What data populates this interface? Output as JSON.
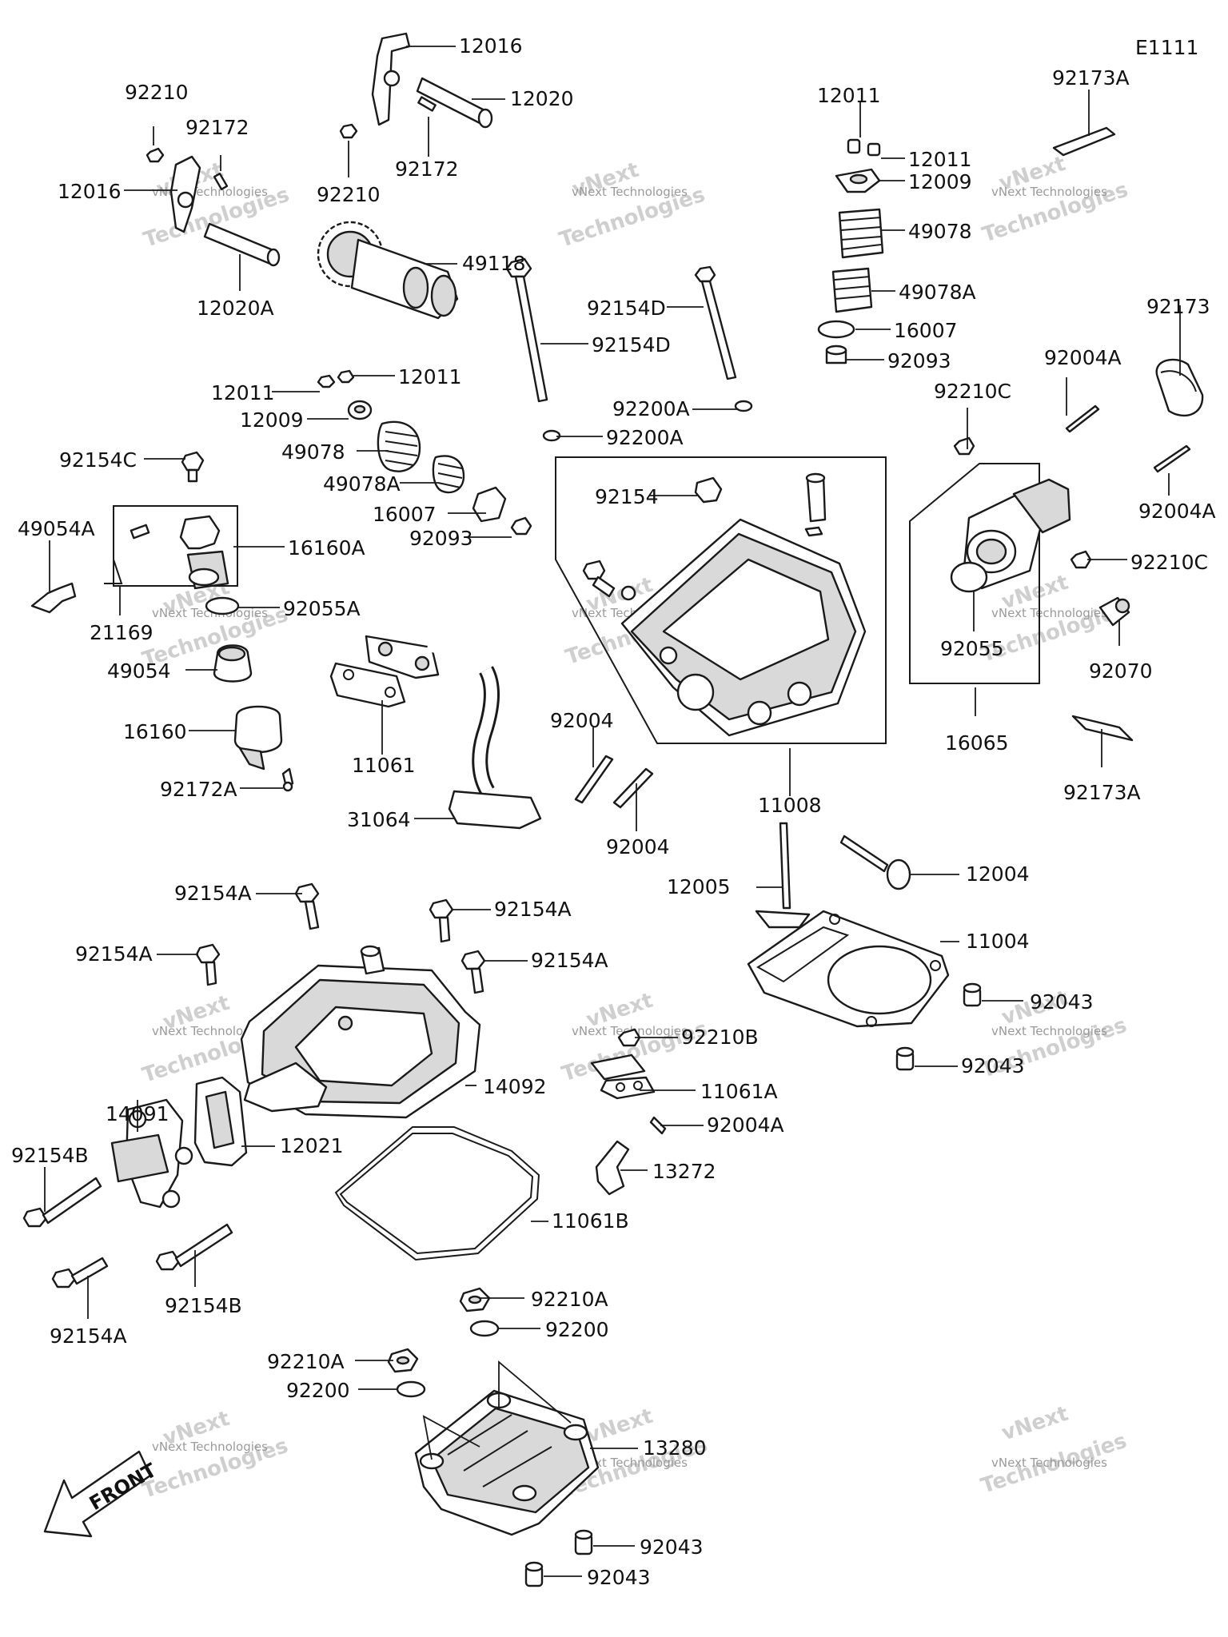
{
  "diagram": {
    "diagram_code": "E1111",
    "front_label": "FRONT",
    "watermark_line1": "vNext",
    "watermark_line2": "vNext Technologies",
    "watermark_line3": "Technologies"
  },
  "labels": {
    "l12016a": "12016",
    "l12020": "12020",
    "l92210a": "92210",
    "l92172a": "92172",
    "l12016b": "12016",
    "l92210b": "92210",
    "l92172b": "92172",
    "l49118": "49118",
    "l12020A": "12020A",
    "l12011a": "12011",
    "l12011b": "12011",
    "l12009a": "12009",
    "l49078a": "49078",
    "l49078Aa": "49078A",
    "l16007a": "16007",
    "l92093a": "92093",
    "l92173A_a": "92173A",
    "l92154D_a": "92154D",
    "l92154D_b": "92154D",
    "l92200A_a": "92200A",
    "l92200A_b": "92200A",
    "l12011c": "12011",
    "l12011d": "12011",
    "l12009b": "12009",
    "l49078b": "49078",
    "l49078Ab": "49078A",
    "l16007b": "16007",
    "l92093b": "92093",
    "l92154C": "92154C",
    "l49054A": "49054A",
    "l16160A": "16160A",
    "l21169": "21169",
    "l92055A": "92055A",
    "l49054": "49054",
    "l16160": "16160",
    "l92172A": "92172A",
    "l11061": "11061",
    "l31064": "31064",
    "l92154": "92154",
    "l92004a": "92004",
    "l92004b": "92004",
    "l11008": "11008",
    "l92173": "92173",
    "l92004Aa": "92004A",
    "l92004Ab": "92004A",
    "l92210Ca": "92210C",
    "l92210Cb": "92210C",
    "l92055": "92055",
    "l92070": "92070",
    "l16065": "16065",
    "l92173A_b": "92173A",
    "l12005": "12005",
    "l12004": "12004",
    "l11004": "11004",
    "l92043a": "92043",
    "l92043b": "92043",
    "l92154Aa": "92154A",
    "l92154Ab": "92154A",
    "l92154Ac": "92154A",
    "l92154Ad": "92154A",
    "l92210B": "92210B",
    "l14091": "14091",
    "l14092": "14092",
    "l11061A": "11061A",
    "l92004Ac": "92004A",
    "l92154Ba": "92154B",
    "l12021": "12021",
    "l13272": "13272",
    "l11061B": "11061B",
    "l92154Bb": "92154B",
    "l92154Ae": "92154A",
    "l92210Aa": "92210A",
    "l92200a": "92200",
    "l92210Ab": "92210A",
    "l92200b": "92200",
    "l13280": "13280",
    "l92043c": "92043",
    "l92043d": "92043"
  }
}
